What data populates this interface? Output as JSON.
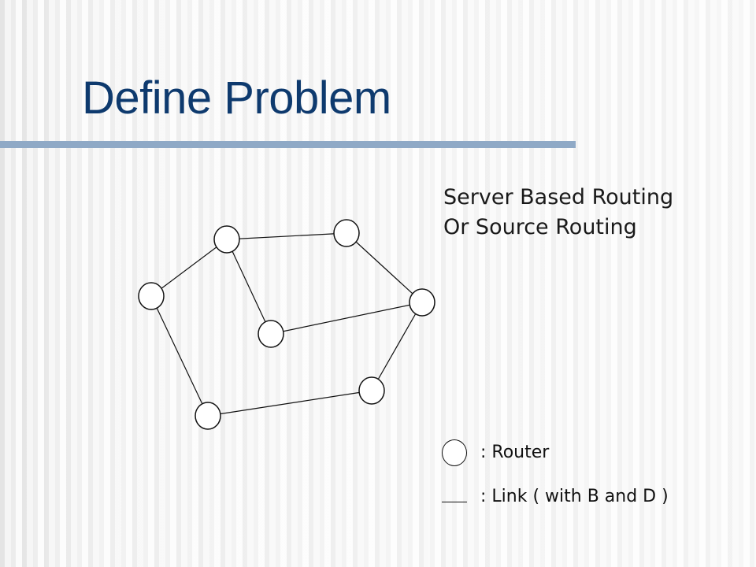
{
  "slide": {
    "title": "Define Problem",
    "subtitle_lines": [
      "Server Based Routing",
      "Or Source Routing"
    ]
  },
  "legend": {
    "router_label": ": Router",
    "link_label": ": Link ( with B and D )"
  },
  "colors": {
    "title": "#0e3a6e",
    "title_rule": "#8fa9c6",
    "stroke": "#111111"
  },
  "network": {
    "routers": [
      {
        "id": "r1"
      },
      {
        "id": "r2"
      },
      {
        "id": "r3"
      },
      {
        "id": "r4"
      },
      {
        "id": "r5"
      },
      {
        "id": "r6"
      },
      {
        "id": "r7"
      },
      {
        "id": "r8"
      }
    ],
    "links": [
      {
        "from": "r1",
        "to": "r2"
      },
      {
        "from": "r2",
        "to": "r3"
      },
      {
        "from": "r3",
        "to": "r4"
      },
      {
        "from": "r1",
        "to": "r5"
      },
      {
        "from": "r5",
        "to": "r4"
      },
      {
        "from": "r1",
        "to": "r6"
      },
      {
        "from": "r4",
        "to": "r7"
      },
      {
        "from": "r7",
        "to": "r8"
      },
      {
        "from": "r8",
        "to": "r6"
      }
    ]
  }
}
